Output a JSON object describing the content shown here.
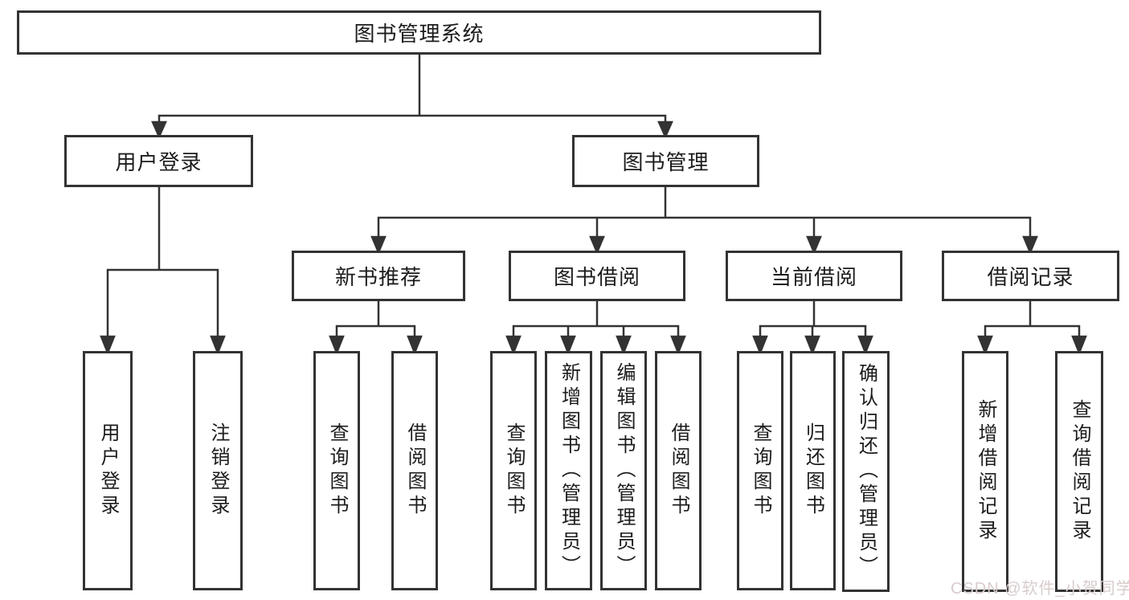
{
  "diagram_type": "hierarchy-tree",
  "colors": {
    "background": "#ffffff",
    "line": "#333333",
    "box_border": "#333333",
    "text": "#1c1c1c",
    "watermark": "#d9cccc"
  },
  "tree": {
    "label": "图书管理系统",
    "children": [
      {
        "label": "用户登录",
        "children": [
          {
            "label": "用户登录"
          },
          {
            "label": "注销登录"
          }
        ]
      },
      {
        "label": "图书管理",
        "children": [
          {
            "label": "新书推荐",
            "children": [
              {
                "label": "查询图书"
              },
              {
                "label": "借阅图书"
              }
            ]
          },
          {
            "label": "图书借阅",
            "children": [
              {
                "label": "查询图书"
              },
              {
                "label": "新增图书（管理员）"
              },
              {
                "label": "编辑图书（管理员）"
              },
              {
                "label": "借阅图书"
              }
            ]
          },
          {
            "label": "当前借阅",
            "children": [
              {
                "label": "查询图书"
              },
              {
                "label": "归还图书"
              },
              {
                "label": "确认归还（管理员）"
              }
            ]
          },
          {
            "label": "借阅记录",
            "children": [
              {
                "label": "新增借阅记录"
              },
              {
                "label": "查询借阅记录"
              }
            ]
          }
        ]
      }
    ]
  },
  "watermark": {
    "text": "CSDN @软件_小贺同学"
  }
}
